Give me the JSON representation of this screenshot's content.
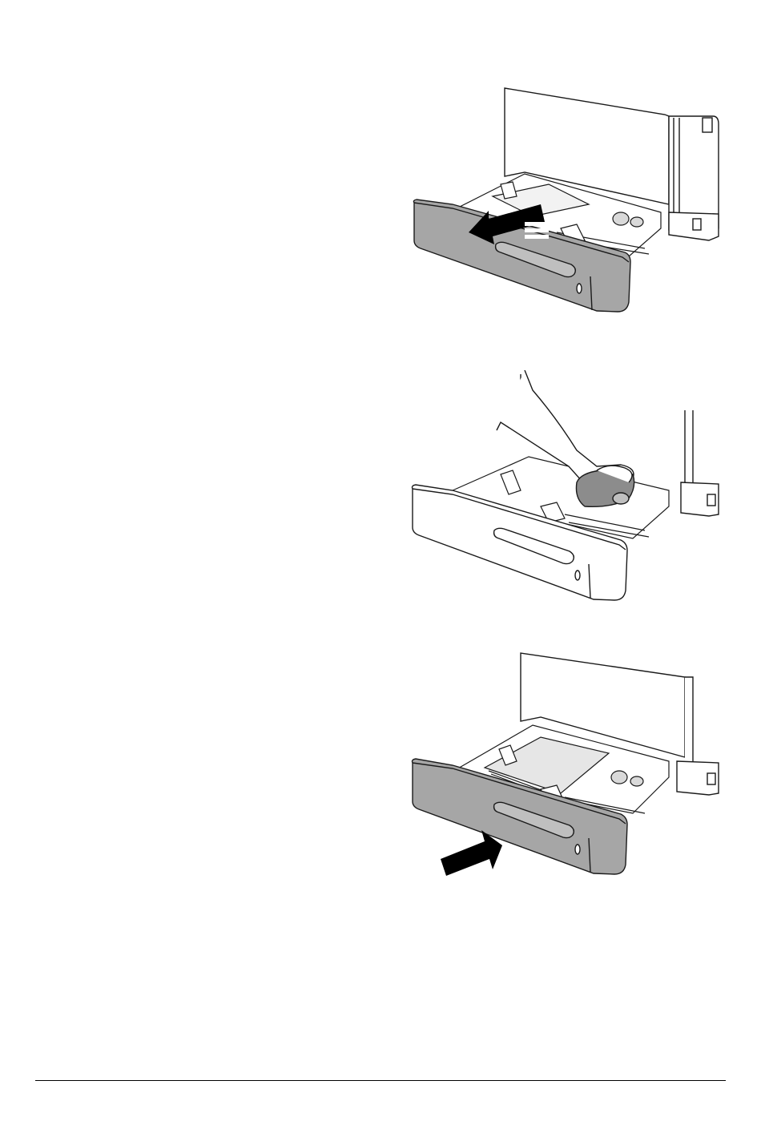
{
  "colors": {
    "tray_gray": "#a6a6a6",
    "tray_light": "#ffffff",
    "line": "#1a1a1a",
    "arrow": "#000000",
    "paper": "#e6e6e6",
    "cloth": "#8c8c8c"
  },
  "illustrations": [
    {
      "id": "step-pull-tray-out",
      "icon": "tray-pull-arrow"
    },
    {
      "id": "step-wipe-rollers",
      "icon": "hand-wiping-cloth"
    },
    {
      "id": "step-push-tray-in",
      "icon": "tray-push-arrow"
    }
  ]
}
